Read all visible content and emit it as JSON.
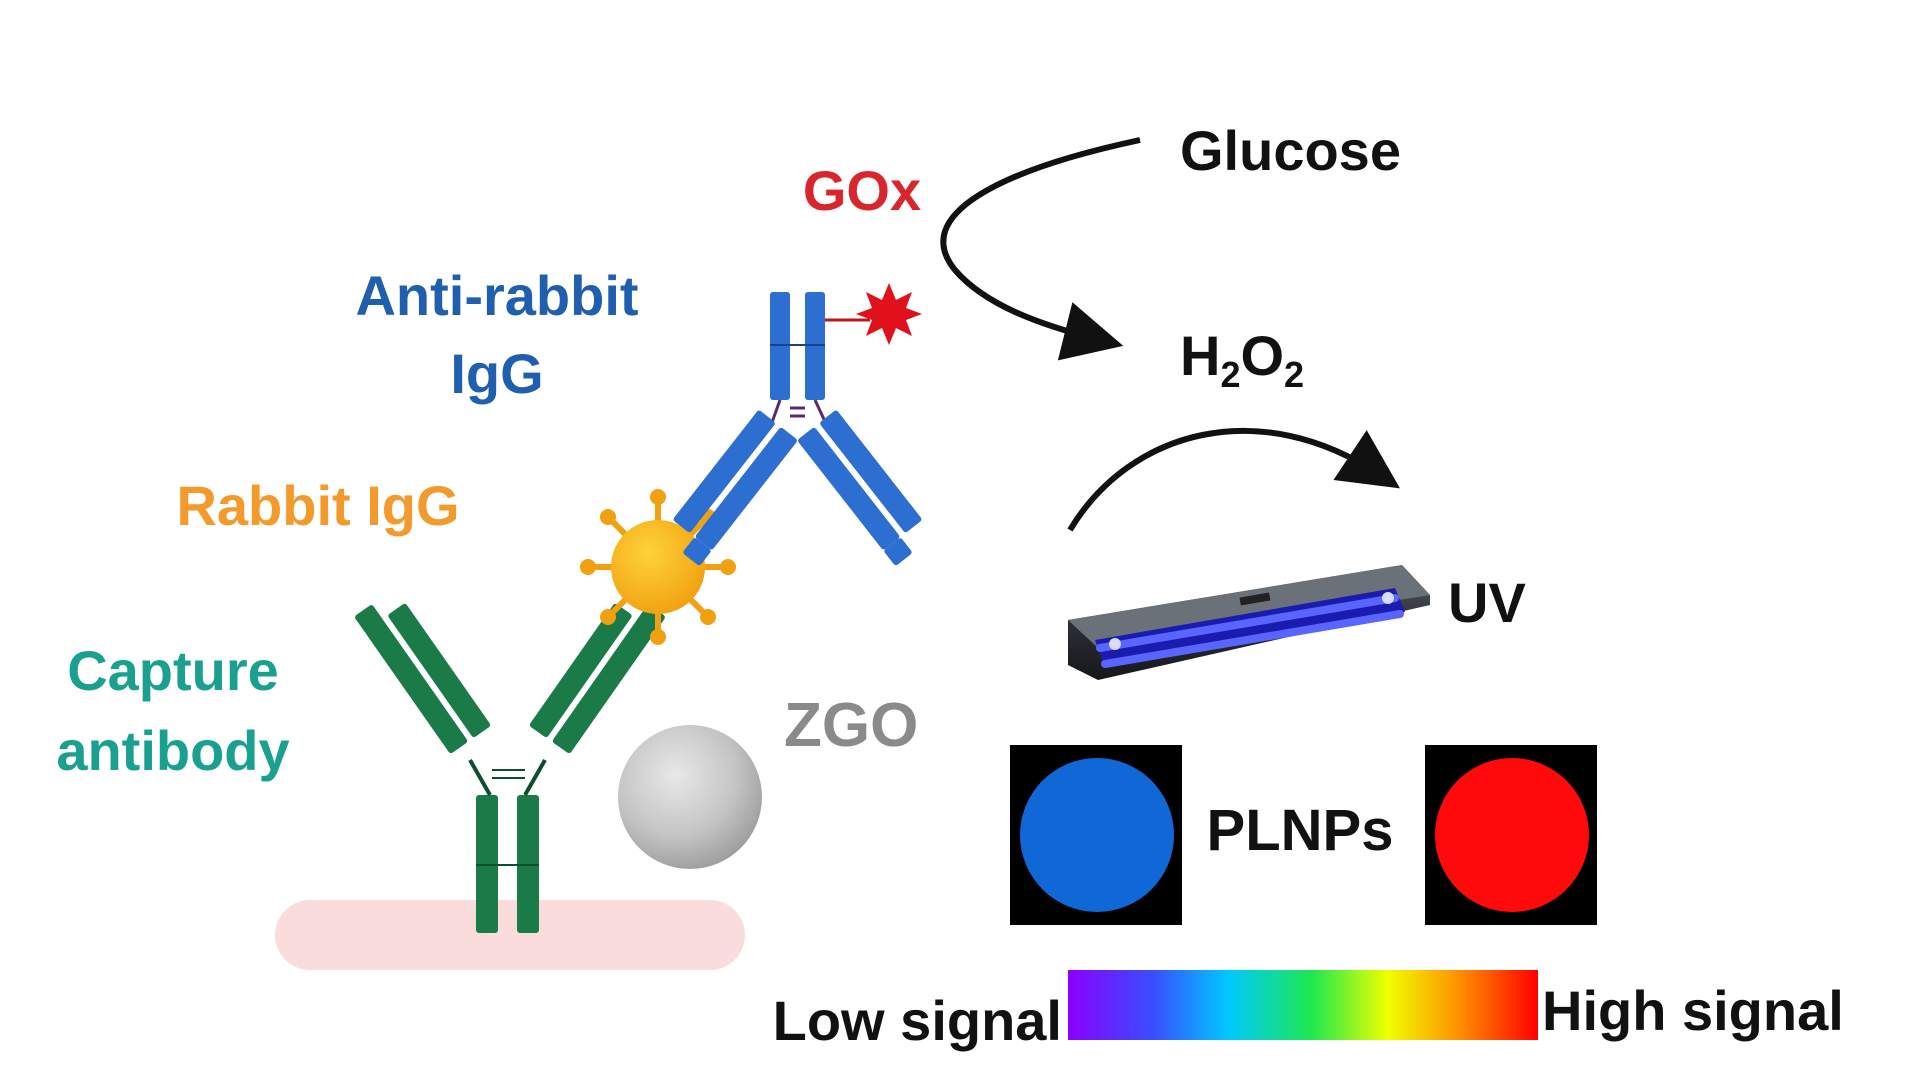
{
  "labels": {
    "anti_rabbit_line1": "Anti-rabbit",
    "anti_rabbit_line2": "IgG",
    "rabbit_igg": "Rabbit IgG",
    "capture_line1": "Capture",
    "capture_line2": "antibody",
    "gox": "GOx",
    "glucose": "Glucose",
    "h2o2_h": "H",
    "h2o2_sub1": "2",
    "h2o2_o": "O",
    "h2o2_sub2": "2",
    "uv": "UV",
    "zgo": "ZGO",
    "plnps": "PLNPs",
    "low_signal": "Low signal",
    "high_signal": "High signal"
  },
  "colors": {
    "anti_rabbit": "#1f5fae",
    "rabbit": "#f39a2c",
    "capture": "#1aa08e",
    "gox": "#d9262c",
    "text_dark": "#111111",
    "zgo_text": "#8a8a8a",
    "antibody_blue": "#2c6fd1",
    "antibody_green": "#1a7a48",
    "plnp_blue": "#0f68d6",
    "plnp_red": "#ff0a0a",
    "substrate": "#fbdcdc"
  },
  "icons": {
    "antigen": "virus-icon",
    "enzyme": "star-burst-icon",
    "lamp": "uv-lamp-icon"
  },
  "signal_gradient": [
    "#8b00ff",
    "#3a4dff",
    "#00c8ff",
    "#1fe84f",
    "#f0ff00",
    "#ff8a00",
    "#ff0000"
  ]
}
